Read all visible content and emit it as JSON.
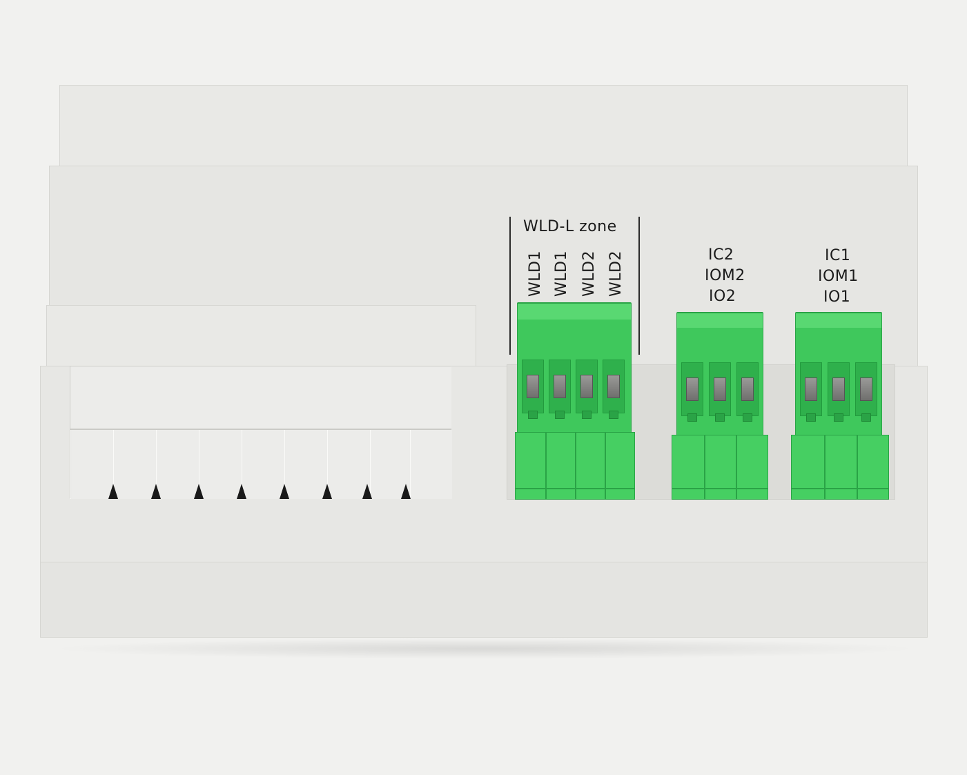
{
  "device": {
    "zone_group": {
      "title": "WLD-L zone",
      "terminals": [
        "WLD1",
        "WLD1",
        "WLD2",
        "WLD2"
      ]
    },
    "group_2": {
      "lines": [
        "IC2",
        "IOM2",
        "IO2"
      ]
    },
    "group_1": {
      "lines": [
        "IC1",
        "IOM1",
        "IO1"
      ]
    }
  },
  "colors": {
    "housing": "#e7e7e4",
    "connector_green": "#46cf62",
    "background": "#f1f1ef"
  }
}
